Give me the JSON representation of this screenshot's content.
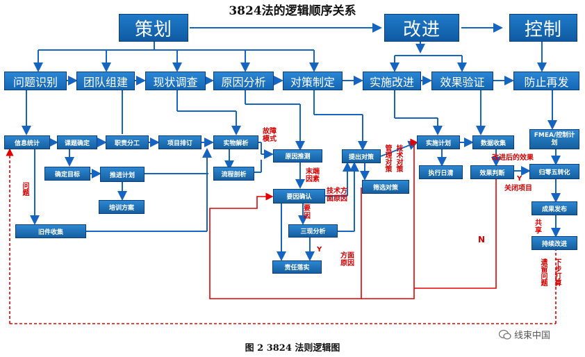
{
  "title": "3824法的逻辑顺序关系",
  "caption": "图 2    3824 法则逻辑图",
  "watermark": "线束中国",
  "stages": {
    "plan": "策划",
    "improve": "改进",
    "control": "控制"
  },
  "steps": {
    "s1": "问题识别",
    "s2": "团队组建",
    "s3": "现状调查",
    "s4": "原因分析",
    "s5": "对策制定",
    "s6": "实施改进",
    "s7": "效果验证",
    "s8": "防止再发"
  },
  "sub": {
    "info_stats": "信息统计",
    "topic_set": "课题确定",
    "duty_split": "职责分工",
    "project_order": "项目排订",
    "goal_set": "确定目标",
    "progress_plan": "推进计划",
    "training_plan": "培训方案",
    "old_parts": "旧件收集",
    "object_analysis": "实物解析",
    "process_analysis": "流程剖析",
    "cause_infer": "原因推测",
    "factor_confirm": "要因确认",
    "three_analysis": "三现分析",
    "duty_check": "责任落实",
    "propose_measure": "提出对策",
    "select_measure": "筛选对策",
    "impl_plan": "实施计划",
    "exec_schedule": "执行日清",
    "data_collect": "数据收集",
    "effect_judge": "效果判断",
    "fmea_plan": "FMEA/控制计划",
    "zero_convert": "归零五转化",
    "result_publish": "成果发布",
    "continuous": "持续改进"
  },
  "labels": {
    "problem": "问题",
    "fault_mode": "故障模式",
    "end_factor": "末端因素",
    "tech_cause": "技术方面原因",
    "key_factor": "要因",
    "y1": "Y",
    "mgmt_cause": "方面原因",
    "mgmt_measure": "管理对策",
    "tech_measure": "技术对策",
    "after_effect": "改进后的效果",
    "y2": "Y",
    "close_item": "关闭项目",
    "n": "N",
    "share": "共享",
    "legacy": "遗留问题",
    "next_plan": "下步打算"
  },
  "colors": {
    "blue": "#1565c0",
    "red": "#e00000",
    "box": "#1a6fbd"
  }
}
